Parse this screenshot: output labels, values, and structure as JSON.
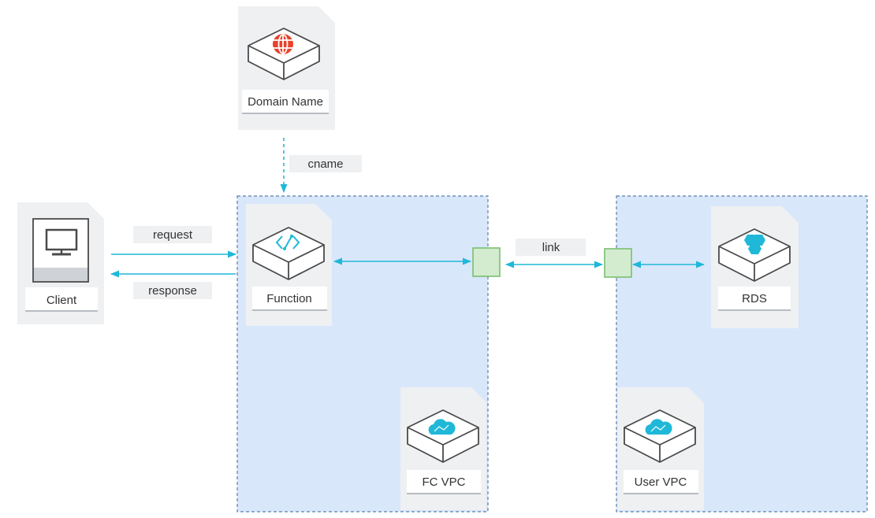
{
  "colors": {
    "cyan": "#1fb8d8",
    "red": "#e8412c",
    "vpc_fill": "#d9e7fb",
    "vpc_border": "#5b7fa8",
    "card": "#eef0f2",
    "port_fill": "#d3ecd0",
    "port_border": "#7abf6f"
  },
  "nodes": {
    "domain": {
      "label": "Domain Name",
      "icon": "globe-icon"
    },
    "client": {
      "label": "Client",
      "icon": "monitor-icon"
    },
    "function": {
      "label": "Function",
      "icon": "function-compute-icon"
    },
    "rds": {
      "label": "RDS",
      "icon": "rds-icon"
    },
    "fc_vpc": {
      "label": "FC VPC",
      "icon": "vpc-cloud-icon"
    },
    "user_vpc": {
      "label": "User VPC",
      "icon": "vpc-cloud-icon"
    }
  },
  "edges": {
    "cname": "cname",
    "request": "request",
    "response": "response",
    "link": "link"
  }
}
